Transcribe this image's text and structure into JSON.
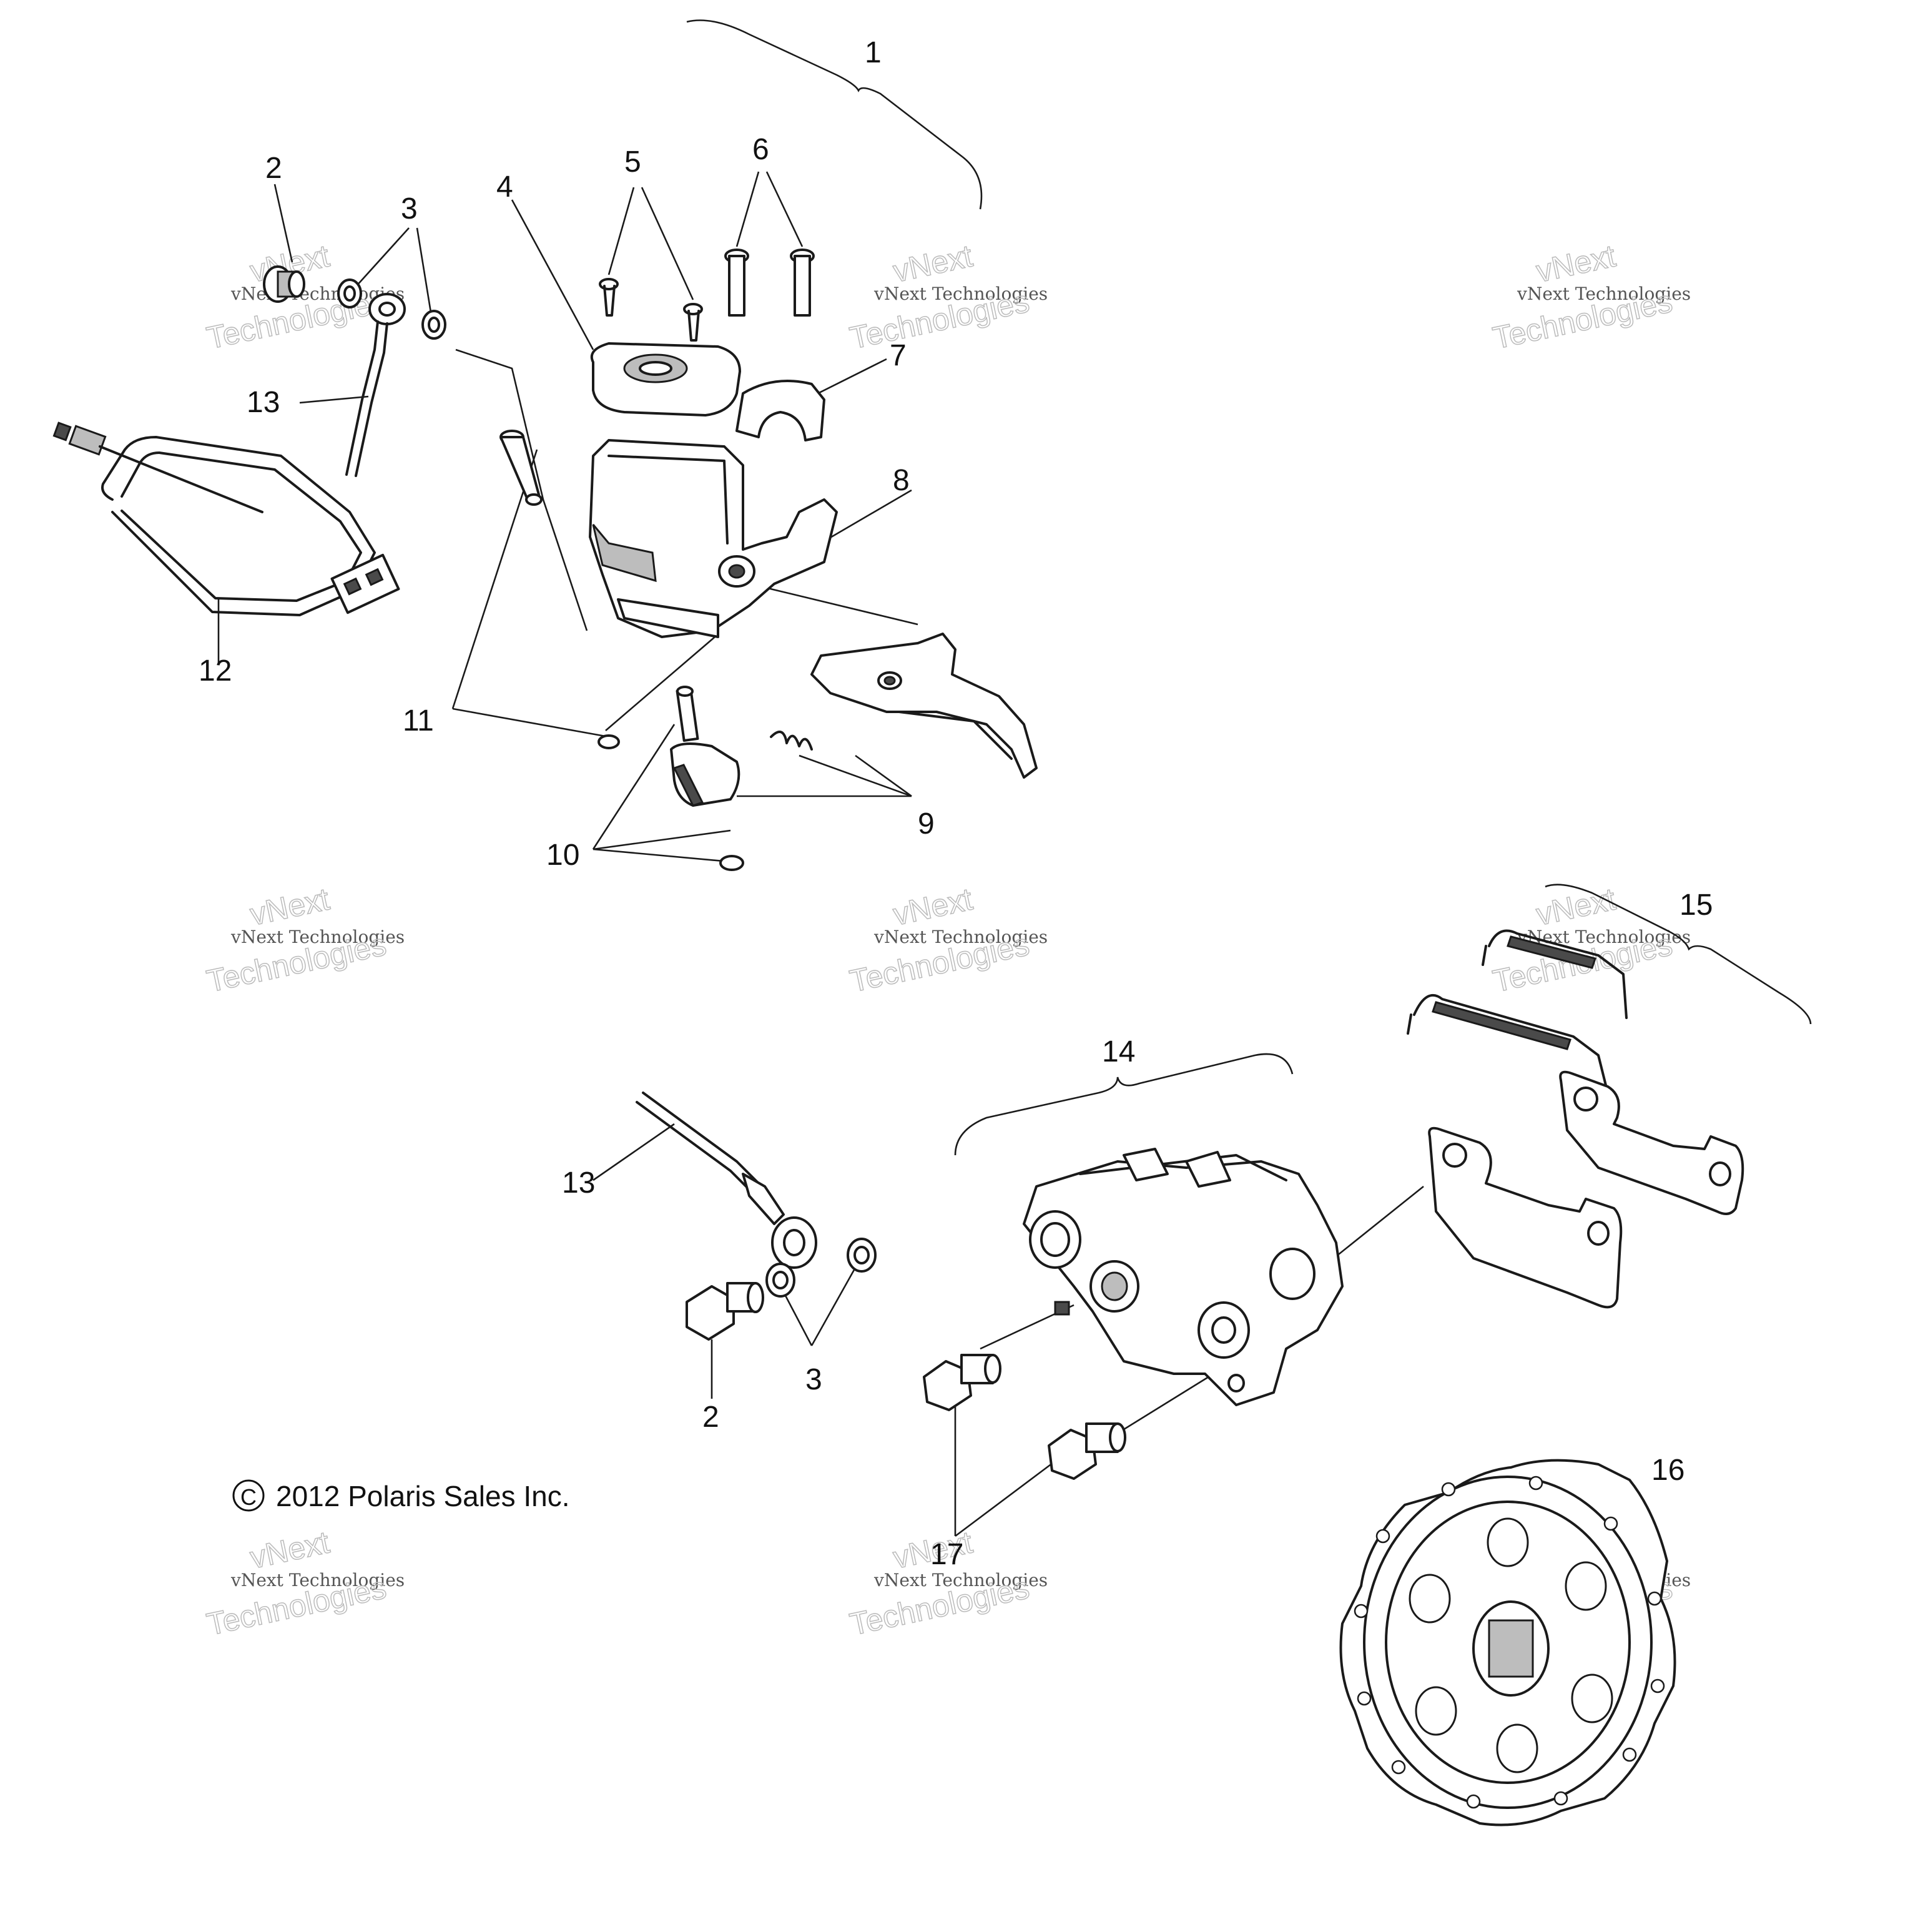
{
  "callouts": {
    "n1": "1",
    "n2a": "2",
    "n3a": "3",
    "n4": "4",
    "n5": "5",
    "n6": "6",
    "n7": "7",
    "n8": "8",
    "n9": "9",
    "n10": "10",
    "n11": "11",
    "n12": "12",
    "n13a": "13",
    "n13b": "13",
    "n14": "14",
    "n15": "15",
    "n16": "16",
    "n17": "17",
    "n2b": "2",
    "n3b": "3"
  },
  "copyright_symbol": "C",
  "copyright": "2012 Polaris Sales Inc.",
  "watermark": {
    "line1": "vNext Technologies",
    "line2": "vNext",
    "line3": "Technologies"
  }
}
